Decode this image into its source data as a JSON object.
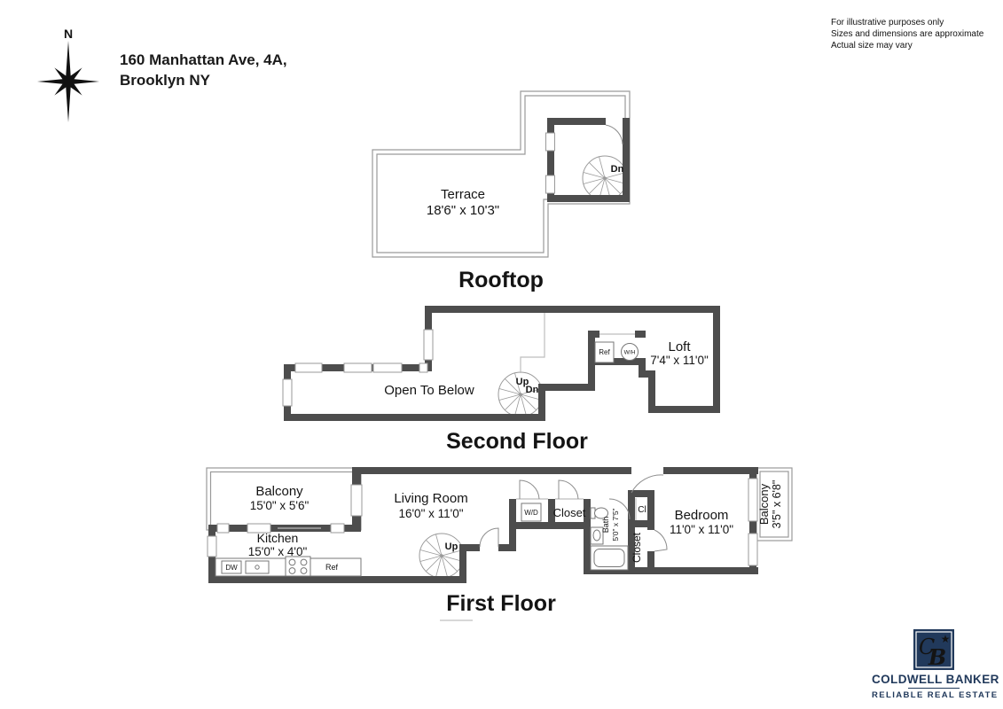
{
  "header": {
    "compass_label": "N",
    "address_line1": "160 Manhattan Ave, 4A,",
    "address_line2": "Brooklyn NY",
    "disclaimer_line1": "For illustrative purposes only",
    "disclaimer_line2": "Sizes and dimensions are approximate",
    "disclaimer_line3": "Actual size may vary"
  },
  "floors": {
    "rooftop": {
      "title": "Rooftop",
      "terrace_name": "Terrace",
      "terrace_dims": "18'6\" x 10'3\"",
      "stairs_down": "Dn"
    },
    "second": {
      "title": "Second Floor",
      "open_to_below": "Open To Below",
      "loft_name": "Loft",
      "loft_dims": "7'4\" x 11'0\"",
      "fridge": "Ref",
      "water_heater": "W/H",
      "stairs_up": "Up",
      "stairs_down": "Dn"
    },
    "first": {
      "title": "First Floor",
      "balcony_front_name": "Balcony",
      "balcony_front_dims": "15'0\" x 5'6\"",
      "kitchen_name": "Kitchen",
      "kitchen_dims": "15'0\" x 4'0\"",
      "living_name": "Living Room",
      "living_dims": "16'0\" x 11'0\"",
      "washer_dryer": "W/D",
      "closet1": "Closet",
      "bath_name": "Bath",
      "bath_dims": "5'0\" x 7'5\"",
      "cl": "Cl",
      "closet2": "Closet",
      "bedroom_name": "Bedroom",
      "bedroom_dims": "11'0\" x 11'0\"",
      "balcony_rear_name": "Balcony",
      "balcony_rear_dims": "3'5\" x 6'8\"",
      "stairs_up": "Up",
      "dishwasher": "DW",
      "fridge": "Ref"
    }
  },
  "logo": {
    "monogram_c": "C",
    "monogram_b": "B",
    "star": "★",
    "name": "COLDWELL BANKER",
    "tagline": "RELIABLE REAL ESTATE",
    "navy": "#21395B"
  },
  "colors": {
    "wall": "#4d4d4d",
    "thin_line": "#9a9a9a"
  }
}
